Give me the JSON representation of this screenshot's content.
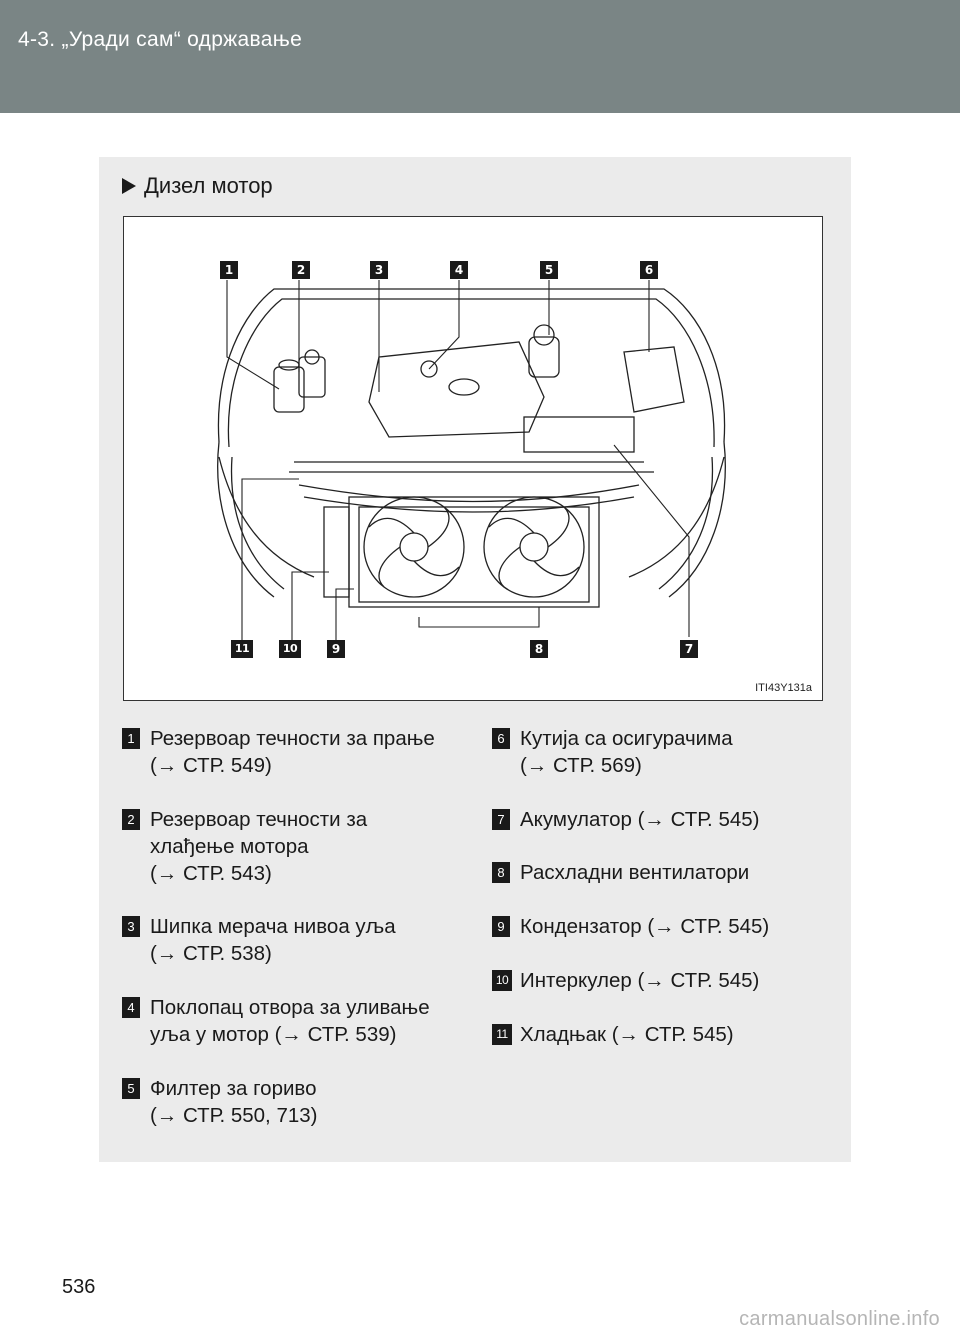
{
  "header": {
    "title": "4-3.  „Уради сам“ одржавање"
  },
  "section": {
    "title": "Дизел мотор"
  },
  "figure": {
    "code": "ITI43Y131a",
    "callouts": [
      "1",
      "2",
      "3",
      "4",
      "5",
      "6",
      "7",
      "8",
      "9",
      "10",
      "11"
    ]
  },
  "items_left": [
    {
      "num": "1",
      "lines": [
        "Резервоар течности за прање",
        "(→ СТР. 549)"
      ]
    },
    {
      "num": "2",
      "lines": [
        "Резервоар течности за",
        "хлађење мотора",
        "(→ СТР. 543)"
      ]
    },
    {
      "num": "3",
      "lines": [
        "Шипка мерача нивоа уља",
        "(→ СТР. 538)"
      ]
    },
    {
      "num": "4",
      "lines": [
        "Поклопац отвора за уливање",
        "уља у мотор (→ СТР. 539)"
      ]
    },
    {
      "num": "5",
      "lines": [
        "Филтер за гориво",
        "(→ СТР. 550, 713)"
      ]
    }
  ],
  "items_right": [
    {
      "num": "6",
      "lines": [
        "Кутија са осигурачима",
        "(→ СТР. 569)"
      ]
    },
    {
      "num": "7",
      "lines": [
        "Акумулатор (→ СТР. 545)"
      ]
    },
    {
      "num": "8",
      "lines": [
        "Расхладни вентилатори"
      ]
    },
    {
      "num": "9",
      "lines": [
        "Кондензатор (→ СТР. 545)"
      ]
    },
    {
      "num": "10",
      "lines": [
        "Интеркулер (→ СТР. 545)"
      ]
    },
    {
      "num": "11",
      "lines": [
        "Хладњак (→ СТР. 545)"
      ]
    }
  ],
  "page_number": "536",
  "watermark": "carmanualsonline.info"
}
